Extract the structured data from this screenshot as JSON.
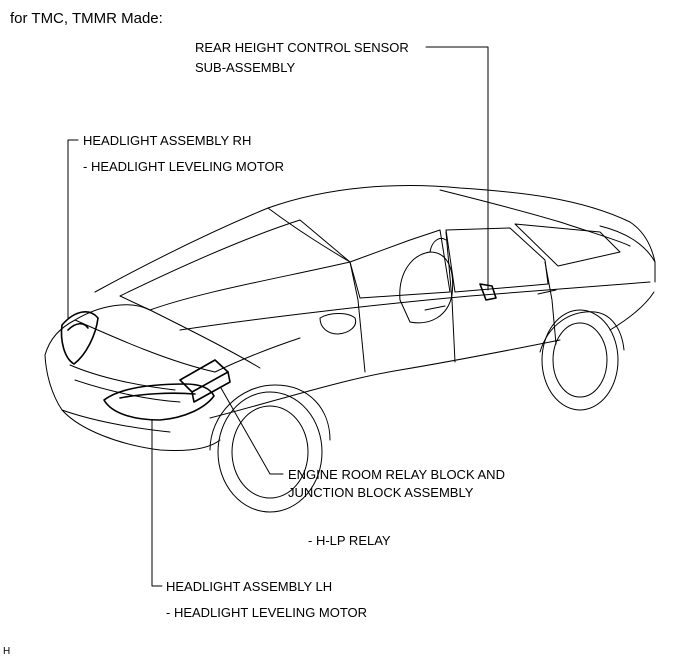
{
  "header": {
    "title": "for TMC, TMMR Made:"
  },
  "labels": {
    "rear_sensor_line1": "REAR HEIGHT CONTROL SENSOR",
    "rear_sensor_line2": "SUB-ASSEMBLY",
    "headlight_rh": "HEADLIGHT ASSEMBLY RH",
    "headlight_rh_sub": "- HEADLIGHT LEVELING MOTOR",
    "relay_block_line1": "ENGINE ROOM RELAY BLOCK AND",
    "relay_block_line2": "JUNCTION BLOCK ASSEMBLY",
    "relay_block_sub": "- H-LP RELAY",
    "headlight_lh": "HEADLIGHT ASSEMBLY LH",
    "headlight_lh_sub": "- HEADLIGHT LEVELING MOTOR"
  },
  "footer": {
    "code": "H"
  }
}
